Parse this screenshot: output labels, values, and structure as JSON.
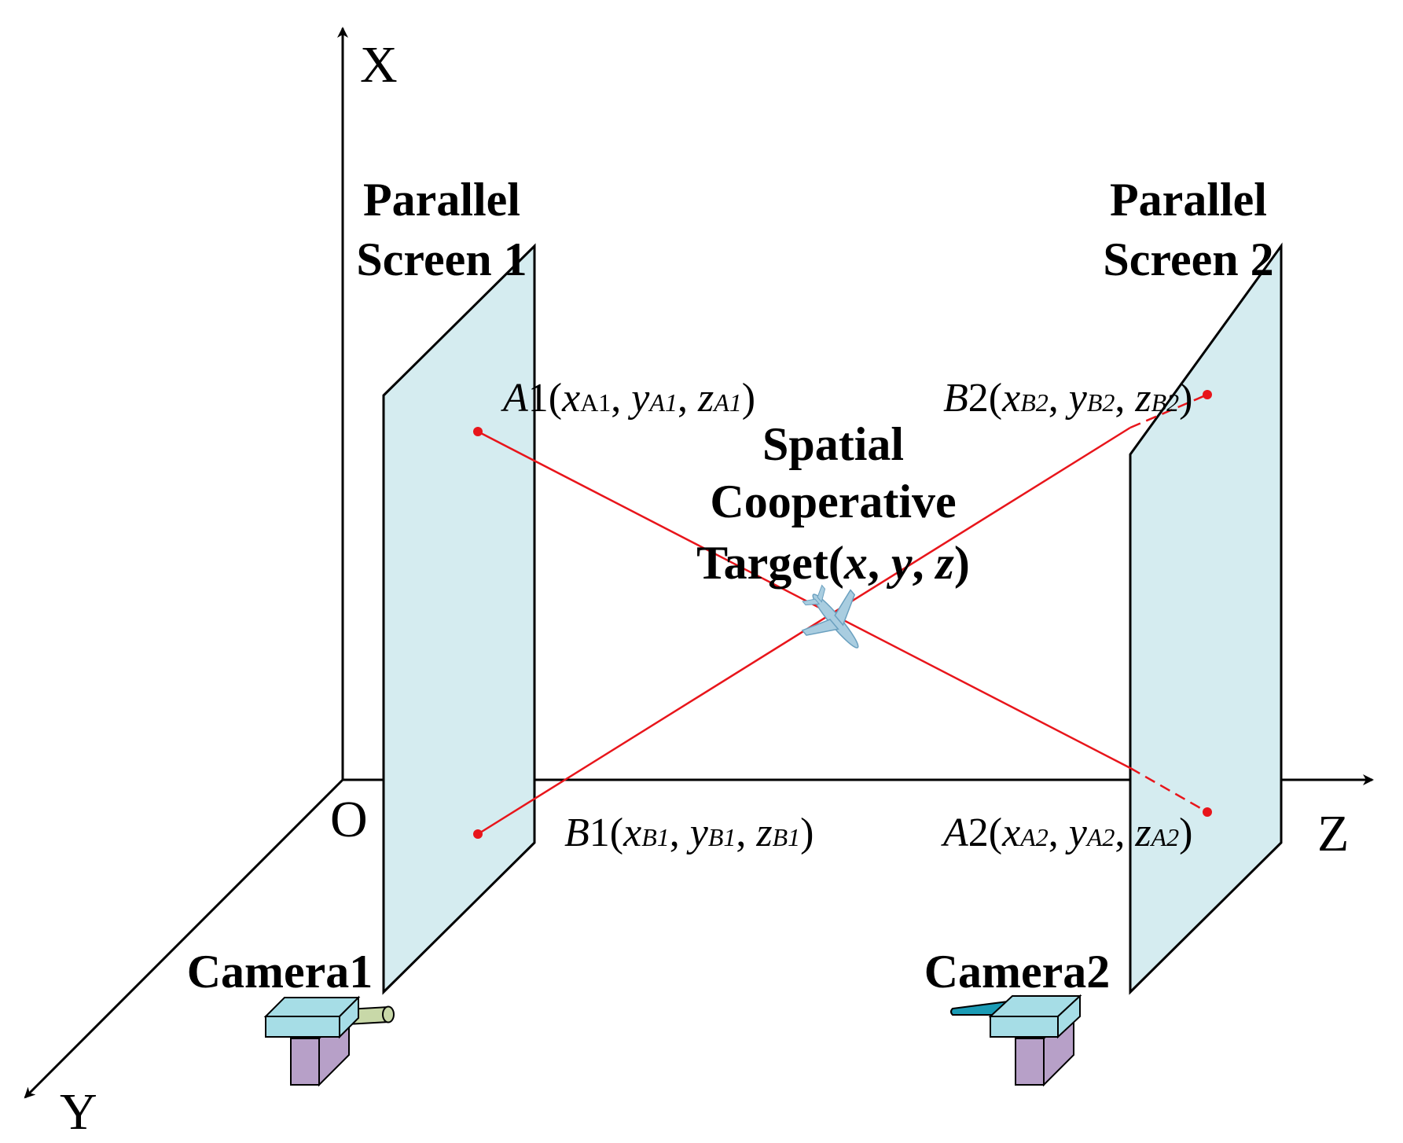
{
  "axes": {
    "x_label": "X",
    "y_label": "Y",
    "z_label": "Z",
    "origin_label": "O"
  },
  "screens": {
    "screen1_line1": "Parallel",
    "screen1_line2": "Screen 1",
    "screen2_line1": "Parallel",
    "screen2_line2": "Screen 2"
  },
  "target": {
    "line1": "Spatial",
    "line2": "Cooperative",
    "line3_prefix": "Target(",
    "var_x": "x",
    "var_y": "y",
    "var_z": "z",
    "sep": ", ",
    "close": ")"
  },
  "points": {
    "A1": {
      "letter": "A",
      "index": "1",
      "open": "(",
      "x": "x",
      "sx": "A1",
      "y": "y",
      "sy": "A1",
      "z": "z",
      "sz": "A1",
      "close": ")"
    },
    "B2": {
      "letter": "B",
      "index": "2",
      "open": "(",
      "x": "x",
      "sx": "B2",
      "y": "y",
      "sy": "B2",
      "z": "z",
      "sz": "B2",
      "close": ")"
    },
    "B1": {
      "letter": "B",
      "index": "1",
      "open": "(",
      "x": "x",
      "sx": "B1",
      "y": "y",
      "sy": "B1",
      "z": "z",
      "sz": "B1",
      "close": ")"
    },
    "A2": {
      "letter": "A",
      "index": "2",
      "open": "(",
      "x": "x",
      "sx": "A2",
      "y": "y",
      "sy": "A2",
      "z": "z",
      "sz": "A2",
      "close": ")"
    }
  },
  "cameras": {
    "camera1": "Camera1",
    "camera2": "Camera2"
  },
  "colors": {
    "screen_fill": "#d5ecf0",
    "ray": "#e8151b",
    "camera_top": "#a6dde6",
    "camera_body": "#b7a0c8",
    "lens1": "#c8d8a8",
    "lens2": "#1a9bb5",
    "plane": "#a9cde0"
  }
}
